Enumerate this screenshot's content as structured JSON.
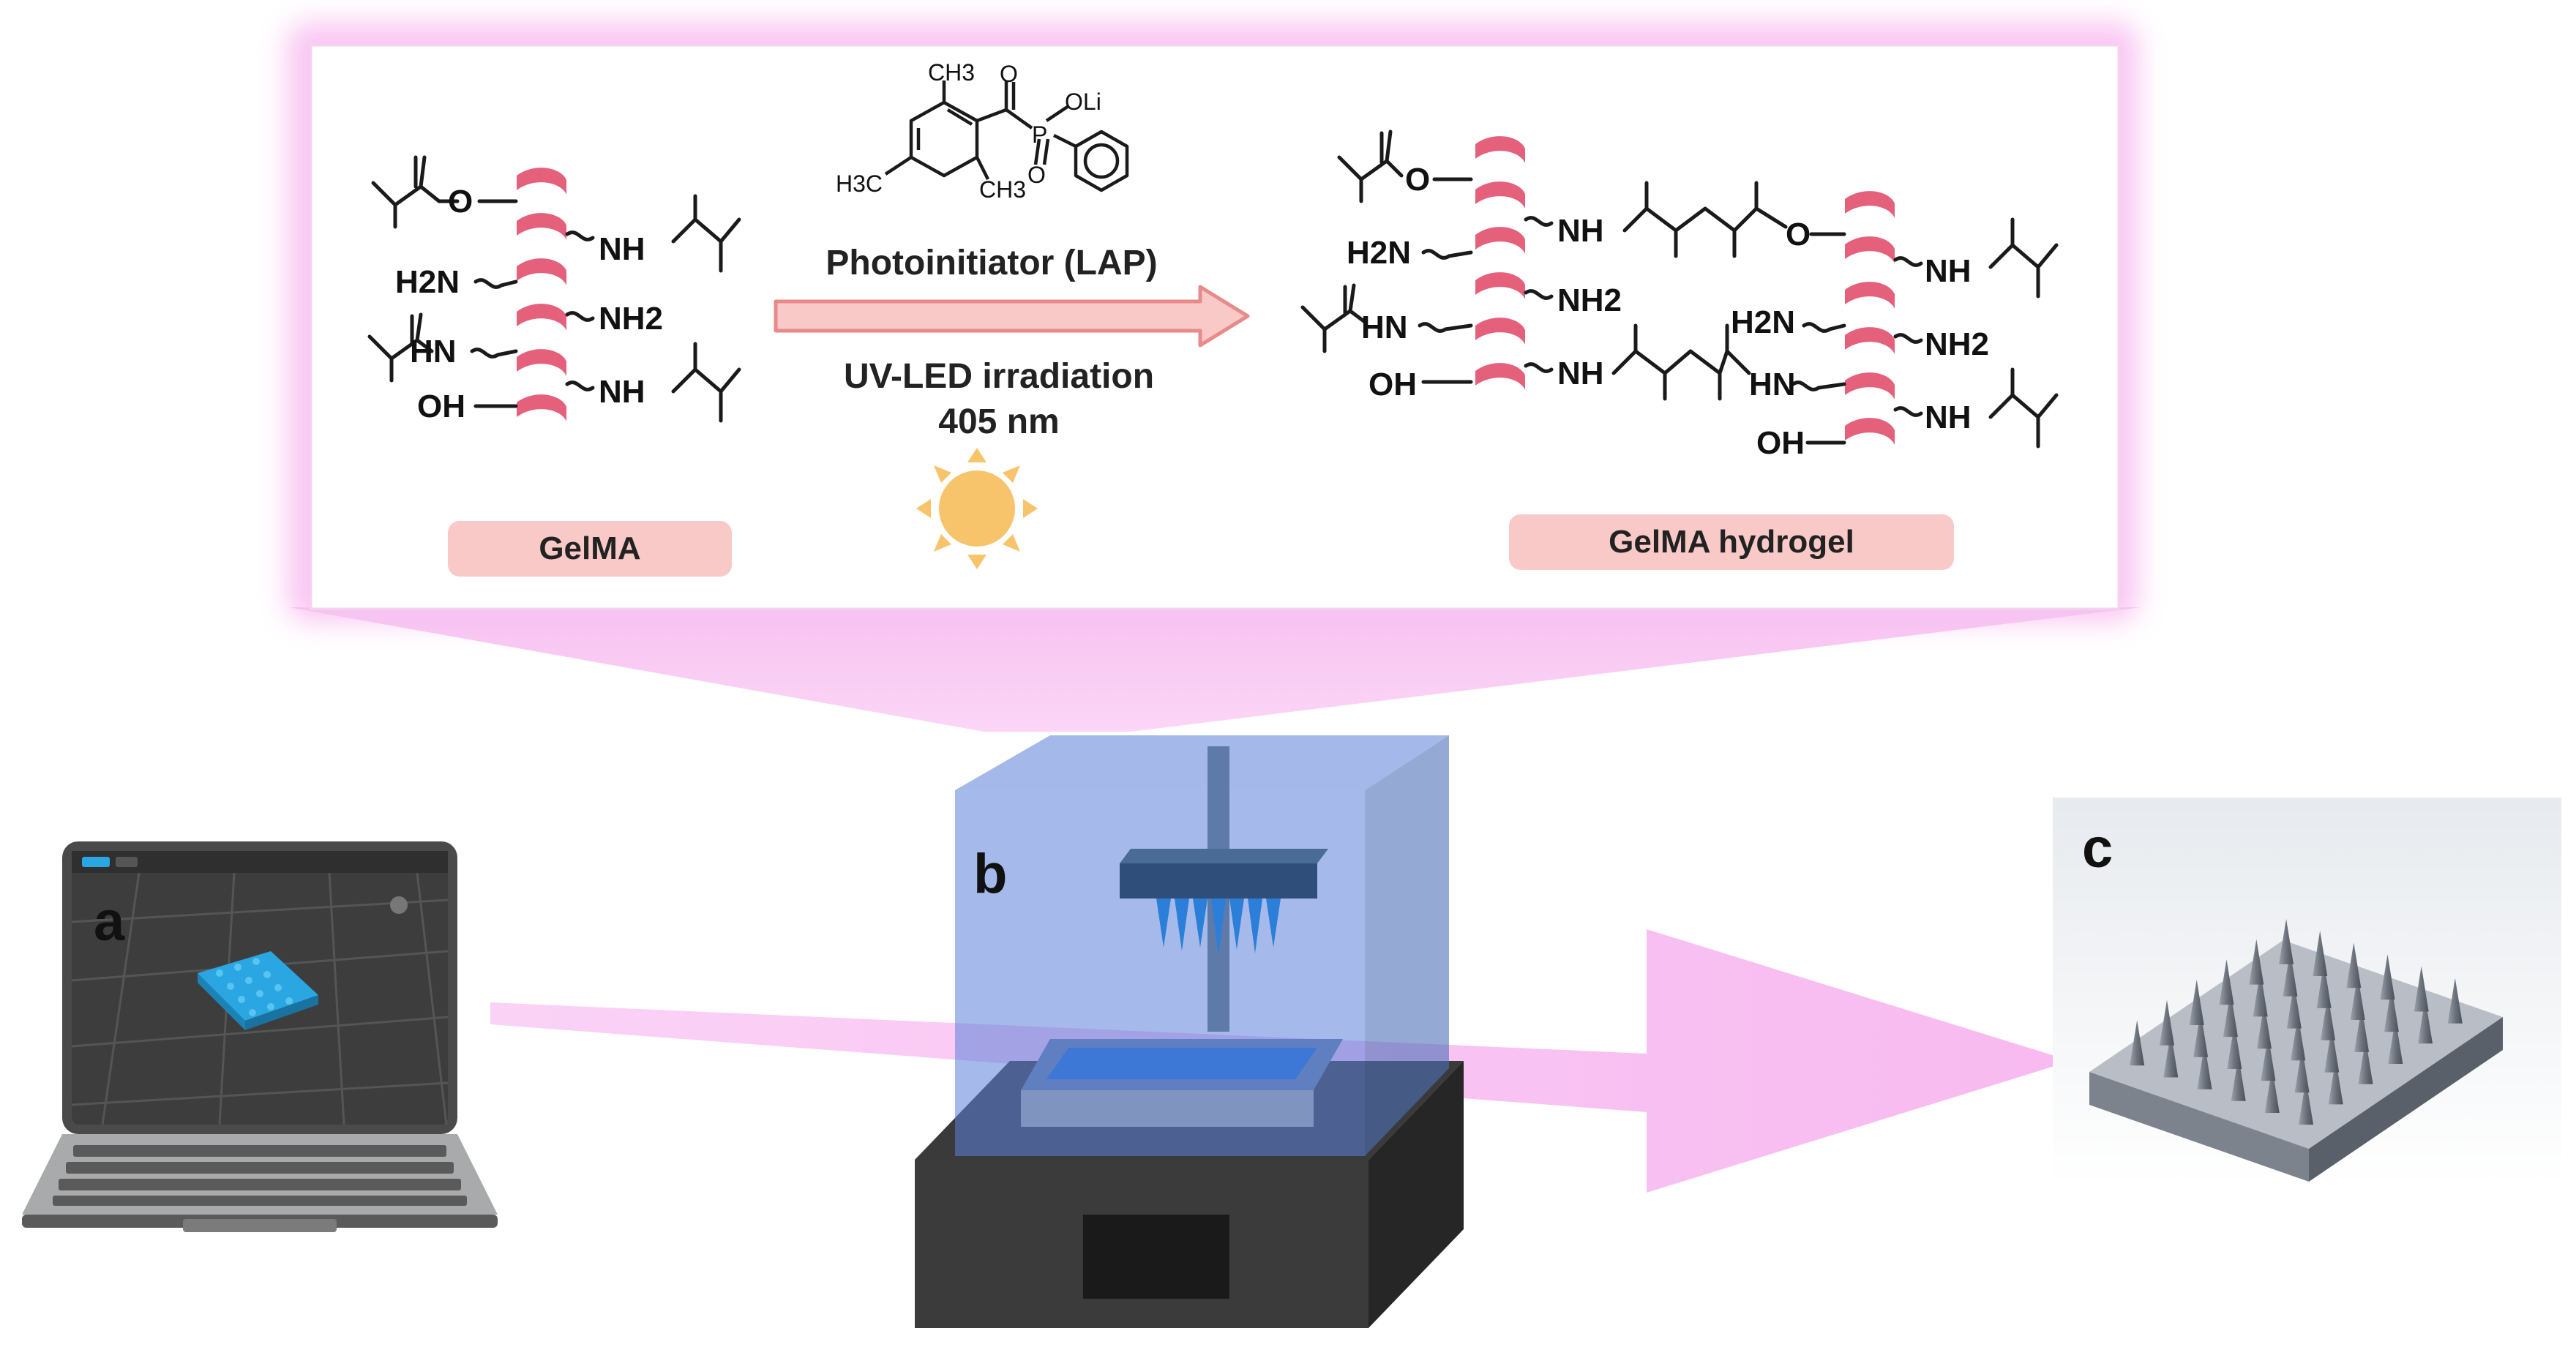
{
  "reaction": {
    "reactant_label": "GelMA",
    "product_label": "GelMA hydrogel",
    "photoinitiator_label": "Photoinitiator (LAP)",
    "irradiation_label": "UV-LED irradiation",
    "wavelength_label": "405 nm",
    "chem": {
      "ch3": "CH3",
      "h3c": "H3C",
      "oli": "OLi",
      "p": "P",
      "o": "O",
      "nh": "NH",
      "hn": "HN",
      "h2n": "H2N",
      "nh2": "NH2",
      "oh": "OH"
    }
  },
  "panels": {
    "a_label": "a",
    "b_label": "b",
    "c_label": "c"
  },
  "colors": {
    "helix": "#e5607a",
    "beam": "#f9c6f3",
    "label_bg": "#f8c9c7",
    "arrow_outline": "#e88a8a",
    "sun": "#f7c46c",
    "printer_glass": "#5b82d8",
    "printer_base": "#2f2f2f",
    "needles": "#6e7683",
    "laptop_screen": "#4a4a4a",
    "patch": "#2aa7e3"
  }
}
